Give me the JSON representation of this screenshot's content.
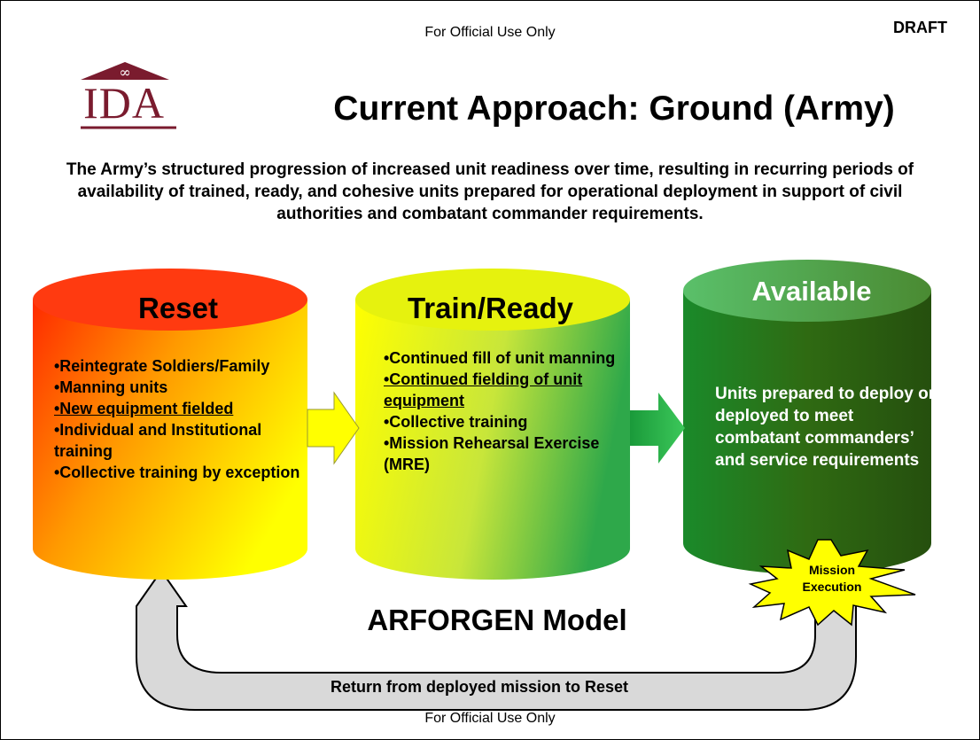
{
  "header": {
    "classification_top": "For Official Use Only",
    "draft_mark": "DRAFT",
    "classification_bottom": "For Official Use Only"
  },
  "logo": {
    "text": "IDA",
    "color": "#7a1b2e"
  },
  "title": "Current Approach: Ground (Army)",
  "description": "The Army’s structured progression of increased unit readiness over time, resulting in recurring periods of availability of trained, ready, and cohesive units prepared for operational deployment in support of civil authorities and combatant commander requirements.",
  "diagram": {
    "model_label": "ARFORGEN Model",
    "return_label": "Return from deployed mission to Reset",
    "mission_burst": {
      "line1": "Mission",
      "line2": "Execution",
      "color": "#ffff00"
    },
    "stages": [
      {
        "title": "Reset",
        "colors": [
          "#ff2a00",
          "#ff9900",
          "#ffff00"
        ],
        "items": [
          "•Reintegrate Soldiers/Family",
          "•Manning units",
          "•New equipment fielded",
          "•Individual and Institutional training",
          "•Collective training by exception"
        ]
      },
      {
        "title": "Train/Ready",
        "colors": [
          "#ffff00",
          "#c8e63a",
          "#2ea84a"
        ],
        "items": [
          "•Continued fill of unit manning",
          "•Continued fielding of unit equipment",
          "•Collective training",
          "•Mission Rehearsal Exercise (MRE)"
        ]
      },
      {
        "title": "Available",
        "colors": [
          "#0f7a1e",
          "#2f5a12"
        ],
        "text": "Units prepared to deploy or deployed to meet combatant commanders’ and service requirements"
      }
    ],
    "arrow_colors": [
      "#ffff00",
      "#2db34a"
    ],
    "return_arrow_color": "#d9d9d9"
  }
}
